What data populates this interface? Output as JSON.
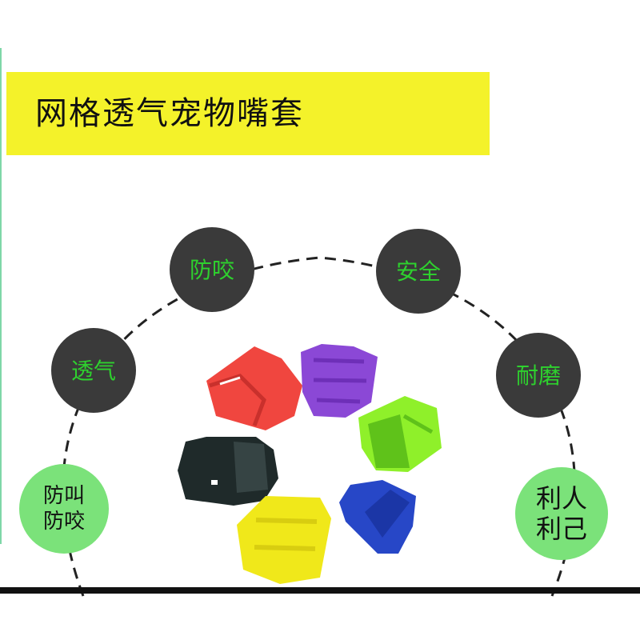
{
  "banner": {
    "title": "网格透气宠物嘴套"
  },
  "features": [
    {
      "label": "防咬",
      "style": "dark"
    },
    {
      "label": "安全",
      "style": "dark"
    },
    {
      "label": "透气",
      "style": "dark"
    },
    {
      "label": "耐磨",
      "style": "dark"
    },
    {
      "label": "防叫\n防咬",
      "style": "green"
    },
    {
      "label": "利人\n利己",
      "style": "green"
    }
  ],
  "colors": {
    "banner": "#f4f22a",
    "dark_badge": "#3a3a3a",
    "dark_text": "#2ed12e",
    "green_badge": "#7be27a"
  }
}
